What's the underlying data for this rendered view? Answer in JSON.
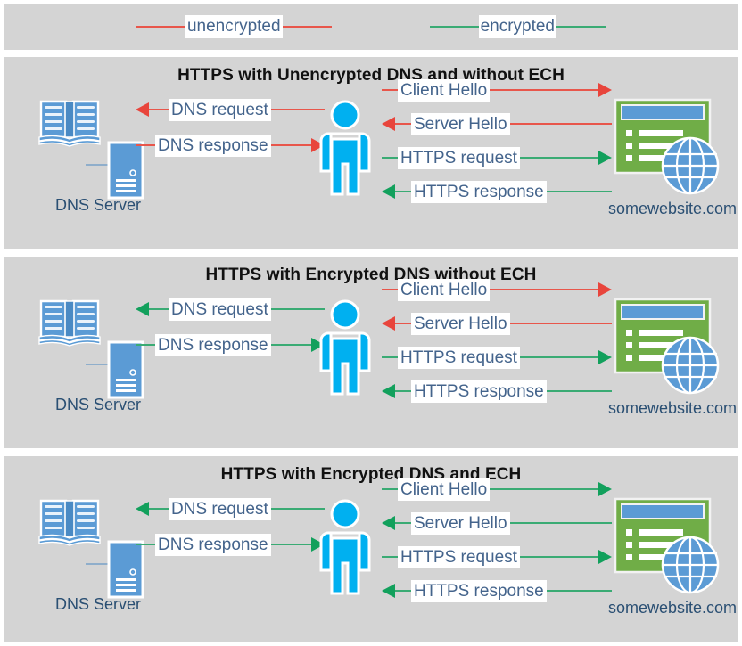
{
  "legend": {
    "items": [
      {
        "label": "unencrypted",
        "color": "#e8564b",
        "style": "red"
      },
      {
        "label": "encrypted",
        "color": "#3aab74",
        "style": "green"
      }
    ]
  },
  "common": {
    "dns_server_label": "DNS Server",
    "website_label": "somewebsite.com",
    "dns_request_label": "DNS request",
    "dns_response_label": "DNS response",
    "client_hello_label": "Client Hello",
    "server_hello_label": "Server Hello",
    "https_request_label": "HTTPS request",
    "https_response_label": "HTTPS response"
  },
  "colors": {
    "panel_background": "#d4d4d4",
    "page_background": "#ffffff",
    "unencrypted": "#e8453c",
    "encrypted": "#12a05c",
    "label_text": "#44648c",
    "title_text": "#111111",
    "person_fill": "#00b0f0",
    "book_fill": "#5b9bd5",
    "browser_fill": "#70ad47",
    "globe_fill": "#5b9bd5"
  },
  "panels": [
    {
      "title": "HTTPS with Unencrypted DNS and without ECH",
      "dns_server_label": "DNS Server",
      "website_label": "somewebsite.com",
      "flows": {
        "dns_request": {
          "label": "DNS request",
          "direction": "left",
          "encryption": "unencrypted"
        },
        "dns_response": {
          "label": "DNS response",
          "direction": "right",
          "encryption": "unencrypted"
        },
        "client_hello": {
          "label": "Client Hello",
          "direction": "right",
          "encryption": "unencrypted"
        },
        "server_hello": {
          "label": "Server Hello",
          "direction": "left",
          "encryption": "unencrypted"
        },
        "https_request": {
          "label": "HTTPS request",
          "direction": "right",
          "encryption": "encrypted"
        },
        "https_response": {
          "label": "HTTPS response",
          "direction": "left",
          "encryption": "encrypted"
        }
      }
    },
    {
      "title": "HTTPS with Encrypted DNS without ECH",
      "dns_server_label": "DNS Server",
      "website_label": "somewebsite.com",
      "flows": {
        "dns_request": {
          "label": "DNS request",
          "direction": "left",
          "encryption": "encrypted"
        },
        "dns_response": {
          "label": "DNS response",
          "direction": "right",
          "encryption": "encrypted"
        },
        "client_hello": {
          "label": "Client Hello",
          "direction": "right",
          "encryption": "unencrypted"
        },
        "server_hello": {
          "label": "Server Hello",
          "direction": "left",
          "encryption": "unencrypted"
        },
        "https_request": {
          "label": "HTTPS request",
          "direction": "right",
          "encryption": "encrypted"
        },
        "https_response": {
          "label": "HTTPS response",
          "direction": "left",
          "encryption": "encrypted"
        }
      }
    },
    {
      "title": "HTTPS with Encrypted DNS and ECH",
      "dns_server_label": "DNS Server",
      "website_label": "somewebsite.com",
      "flows": {
        "dns_request": {
          "label": "DNS request",
          "direction": "left",
          "encryption": "encrypted"
        },
        "dns_response": {
          "label": "DNS response",
          "direction": "right",
          "encryption": "encrypted"
        },
        "client_hello": {
          "label": "Client Hello",
          "direction": "right",
          "encryption": "encrypted"
        },
        "server_hello": {
          "label": "Server Hello",
          "direction": "left",
          "encryption": "encrypted"
        },
        "https_request": {
          "label": "HTTPS request",
          "direction": "right",
          "encryption": "encrypted"
        },
        "https_response": {
          "label": "HTTPS response",
          "direction": "left",
          "encryption": "encrypted"
        }
      }
    }
  ],
  "icons": {
    "dns_server": "open-book-icon",
    "server_rack": "server-rack-icon",
    "user": "person-icon",
    "website": "browser-window-icon",
    "globe": "globe-icon"
  }
}
